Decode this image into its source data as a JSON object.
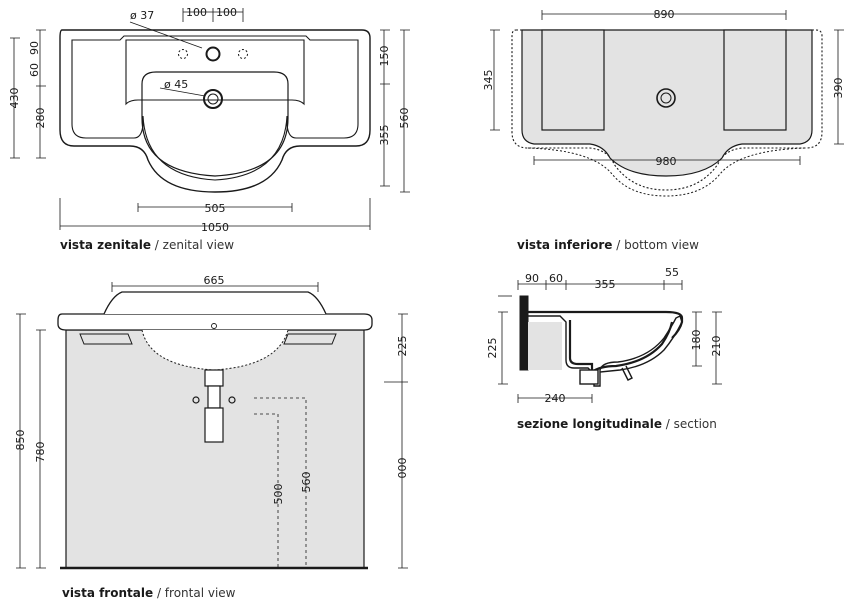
{
  "colors": {
    "line": "#1a1a1a",
    "fill_grey": "#e3e3e3",
    "dash": "#444444"
  },
  "captions": {
    "zenital_it": "vista zenitale",
    "zenital_en": "/ zenital view",
    "bottom_it": "vista inferiore",
    "bottom_en": "/ bottom view",
    "frontal_it": "vista frontale",
    "frontal_en": "/ frontal view",
    "section_it": "sezione longitudinale",
    "section_en": "/ section"
  },
  "dims": {
    "z_hole": "ø 37",
    "z_left100": "100",
    "z_right100": "100",
    "z_90": "90",
    "z_60": "60",
    "z_430": "430",
    "z_280": "280",
    "z_drain": "ø 45",
    "z_150": "150",
    "z_355": "355",
    "z_560": "560",
    "z_505": "505",
    "z_1050": "1050",
    "b_890": "890",
    "b_345": "345",
    "b_390": "390",
    "b_980": "980",
    "f_665": "665",
    "f_225": "225",
    "f_850": "850",
    "f_780": "780",
    "f_500": "500",
    "f_560": "560",
    "f_000": "000",
    "s_90": "90",
    "s_60": "60",
    "s_355": "355",
    "s_55": "55",
    "s_225": "225",
    "s_180": "180",
    "s_210": "210",
    "s_240": "240"
  }
}
